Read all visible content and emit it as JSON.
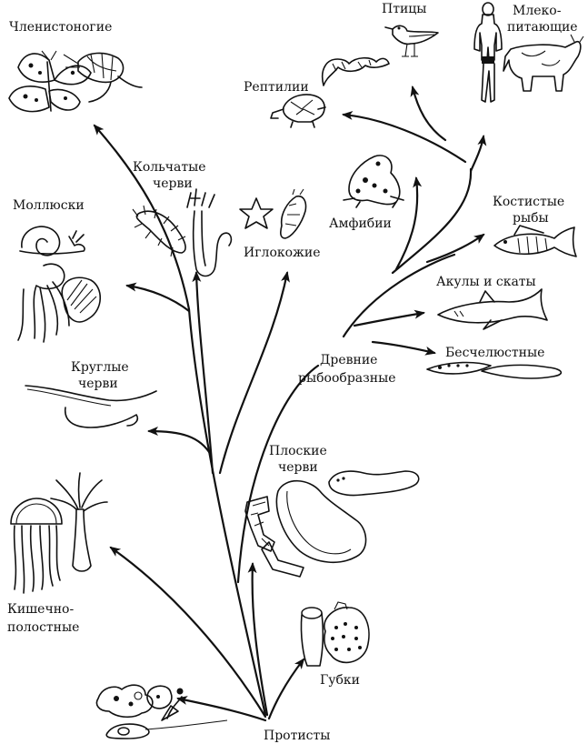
{
  "labels": {
    "protists": "Протисты",
    "sponges": "Губки",
    "coelenterates_1": "Кишечно-",
    "coelenterates_2": "полостные",
    "flatworms_1": "Плоские",
    "flatworms_2": "черви",
    "roundworms_1": "Круглые",
    "roundworms_2": "черви",
    "molluscs": "Моллюски",
    "annelids_1": "Кольчатые",
    "annelids_2": "черви",
    "echinoderms": "Иглокожие",
    "arthropods": "Членистоногие",
    "ancient_fish_1": "Древние",
    "ancient_fish_2": "рыбообразные",
    "jawless": "Бесчелюстные",
    "sharks_rays": "Акулы и скаты",
    "bony_fish_1": "Костистые",
    "bony_fish_2": "рыбы",
    "amphibians": "Амфибии",
    "reptiles": "Рептилии",
    "birds": "Птицы",
    "mammals_1": "Млеко-",
    "mammals_2": "питающие"
  }
}
